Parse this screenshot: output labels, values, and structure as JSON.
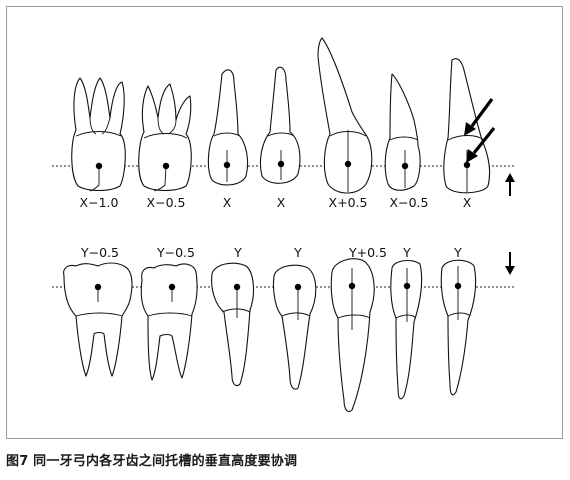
{
  "caption": "图7 同一牙弓内各牙齿之间托槽的垂直高度要协调",
  "upper_labels": [
    "X−1.0",
    "X−0.5",
    "X",
    "X",
    "X+0.5",
    "X−0.5",
    "X"
  ],
  "lower_labels": [
    "Y−0.5",
    "Y−0.5",
    "Y",
    "Y",
    "Y+0.5",
    "Y",
    "Y"
  ],
  "arrows": {
    "upper": "up",
    "lower": "down"
  }
}
